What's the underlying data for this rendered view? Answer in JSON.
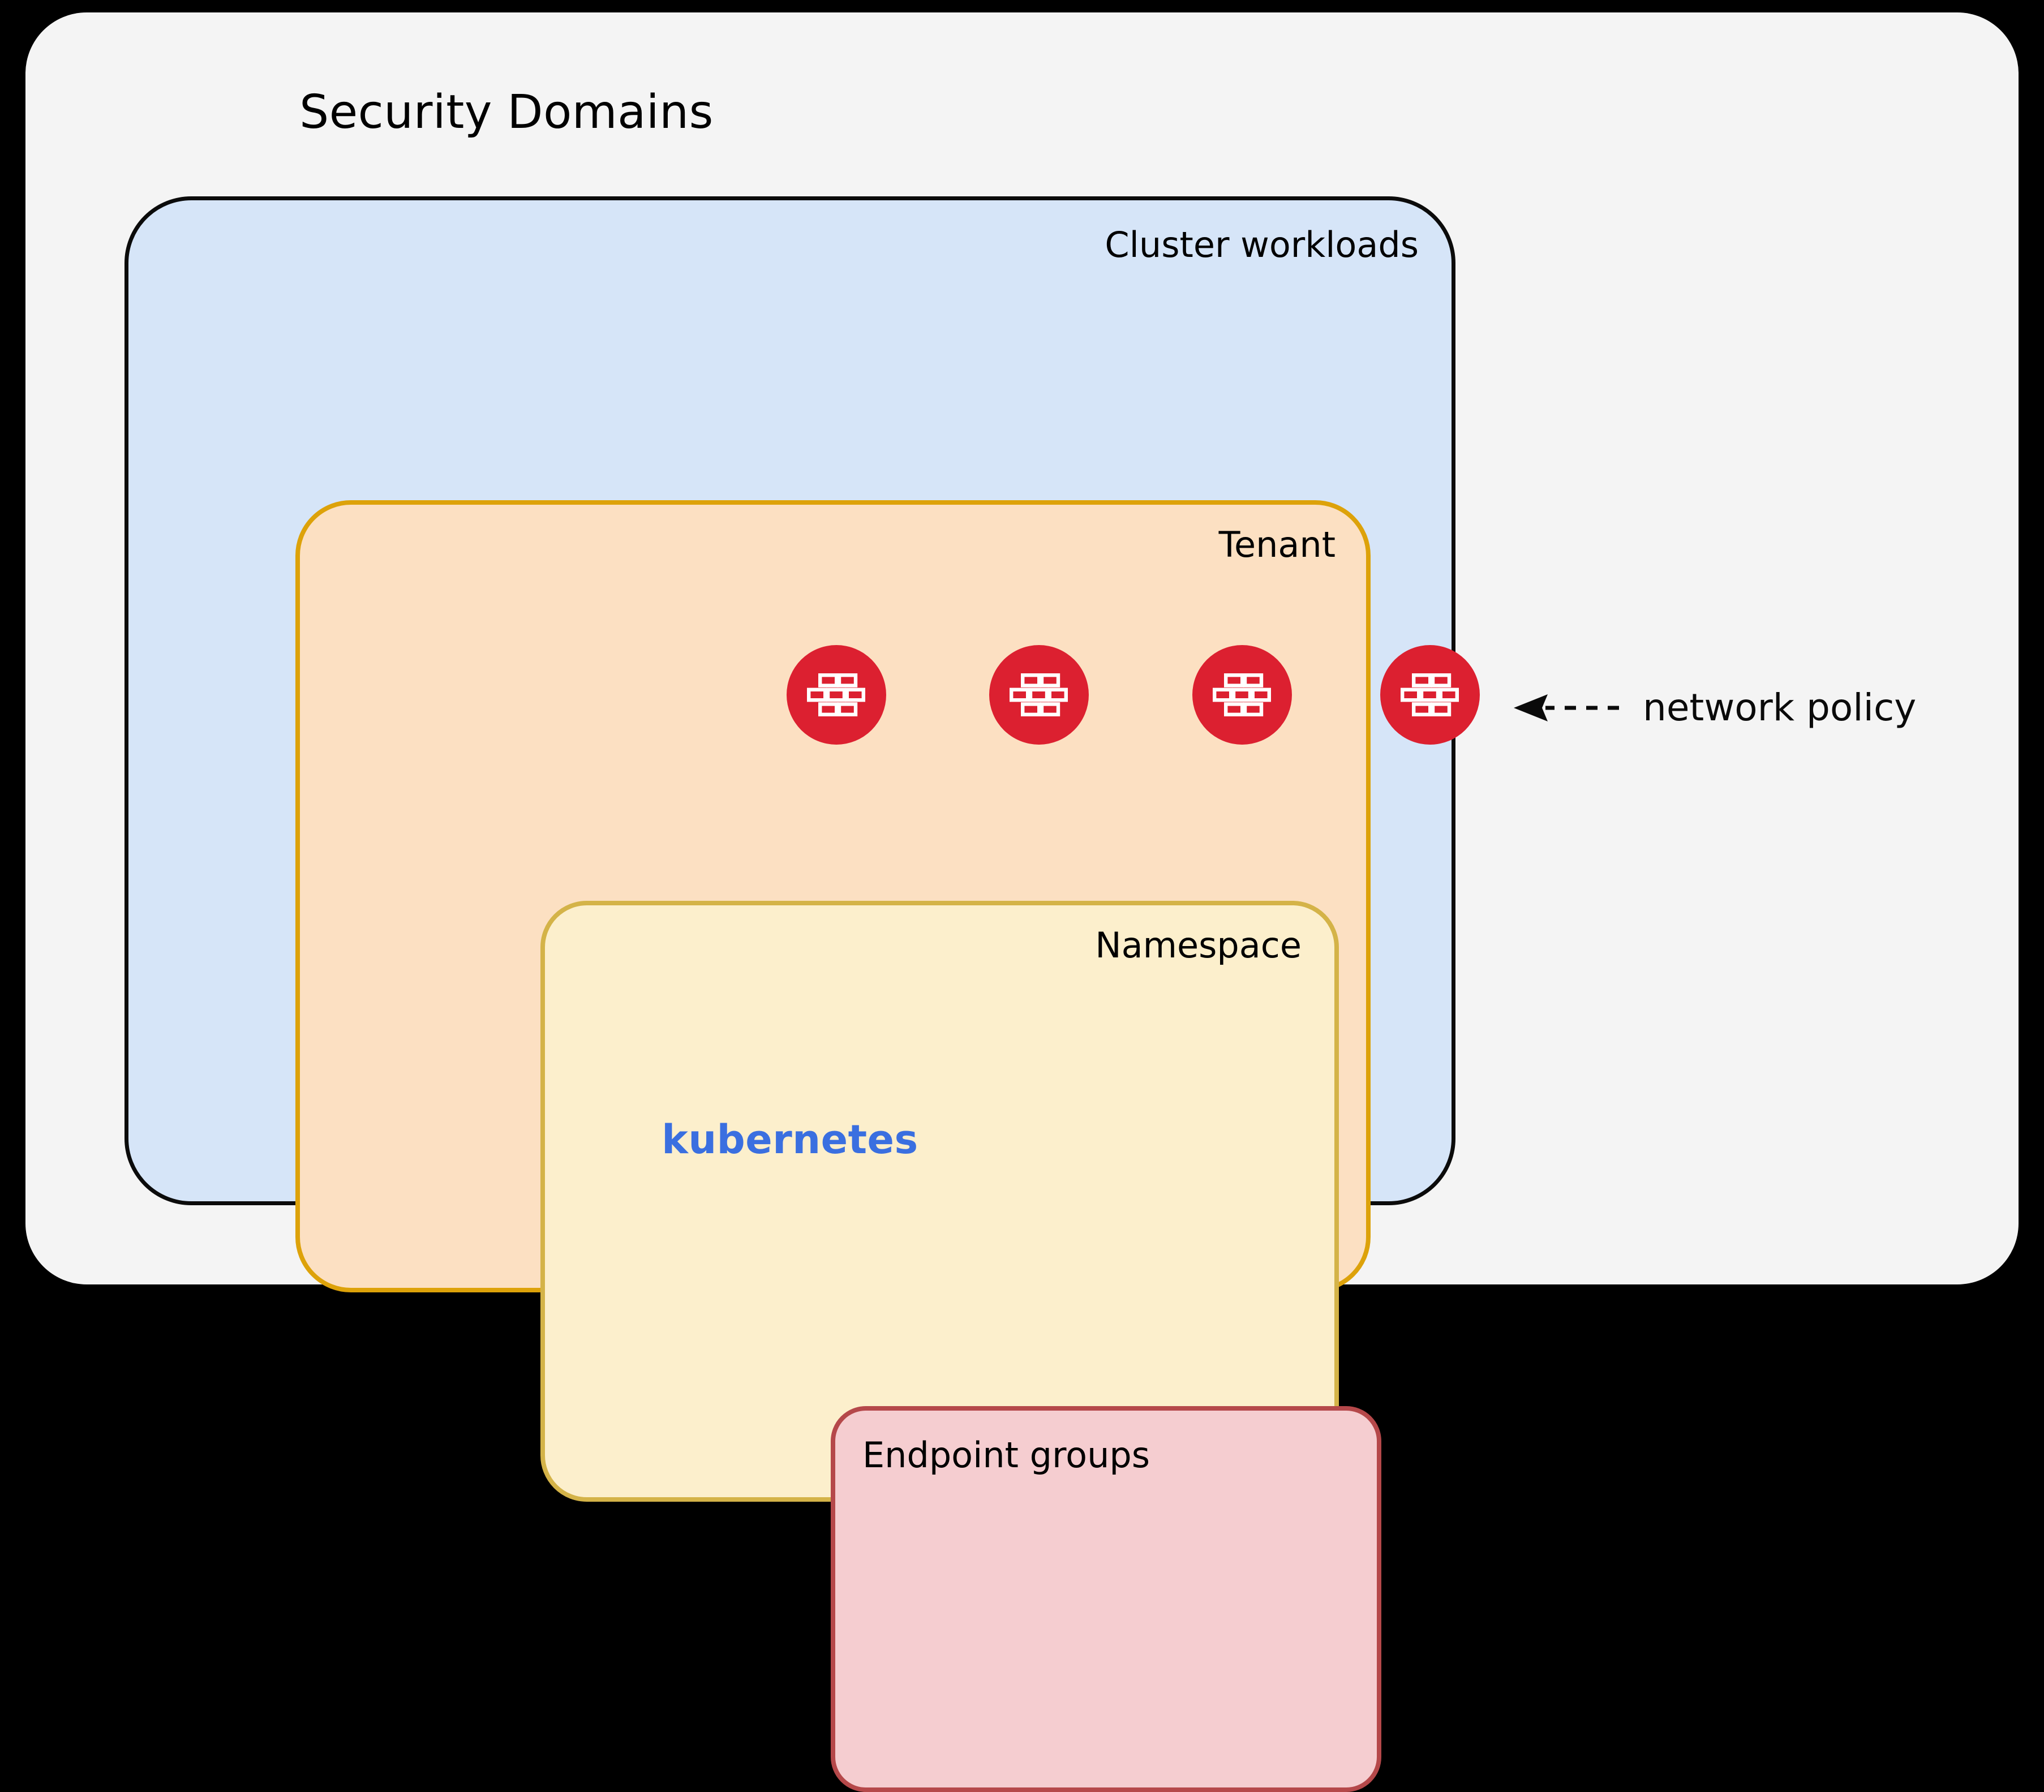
{
  "diagram": {
    "title": "Security Domains",
    "background_color": "#f4f4f4",
    "page_color": "#000000"
  },
  "domains": {
    "cluster": {
      "label": "Cluster workloads",
      "fill": "#d6e5f8",
      "stroke": "#0b0b0b",
      "brand_label": "kubernetes",
      "brand_color": "#3a6fe0"
    },
    "tenant": {
      "label": "Tenant",
      "fill": "#fce0c2",
      "stroke": "#dda20a"
    },
    "namespace": {
      "label": "Namespace",
      "fill": "#fcefcc",
      "stroke": "#d4b348"
    },
    "endpoint": {
      "label": "Endpoint groups",
      "fill": "#f5cdd0",
      "stroke": "#b5484a"
    }
  },
  "policy_nodes": [
    {
      "icon": "firewall-brick-icon",
      "boundary": "endpoint-groups",
      "color": "#dc2030"
    },
    {
      "icon": "firewall-brick-icon",
      "boundary": "namespace",
      "color": "#dc2030"
    },
    {
      "icon": "firewall-brick-icon",
      "boundary": "tenant",
      "color": "#dc2030"
    },
    {
      "icon": "firewall-brick-icon",
      "boundary": "cluster-workloads",
      "color": "#dc2030"
    }
  ],
  "annotation": {
    "label": "network policy",
    "arrow": "dashed-left-arrow"
  }
}
